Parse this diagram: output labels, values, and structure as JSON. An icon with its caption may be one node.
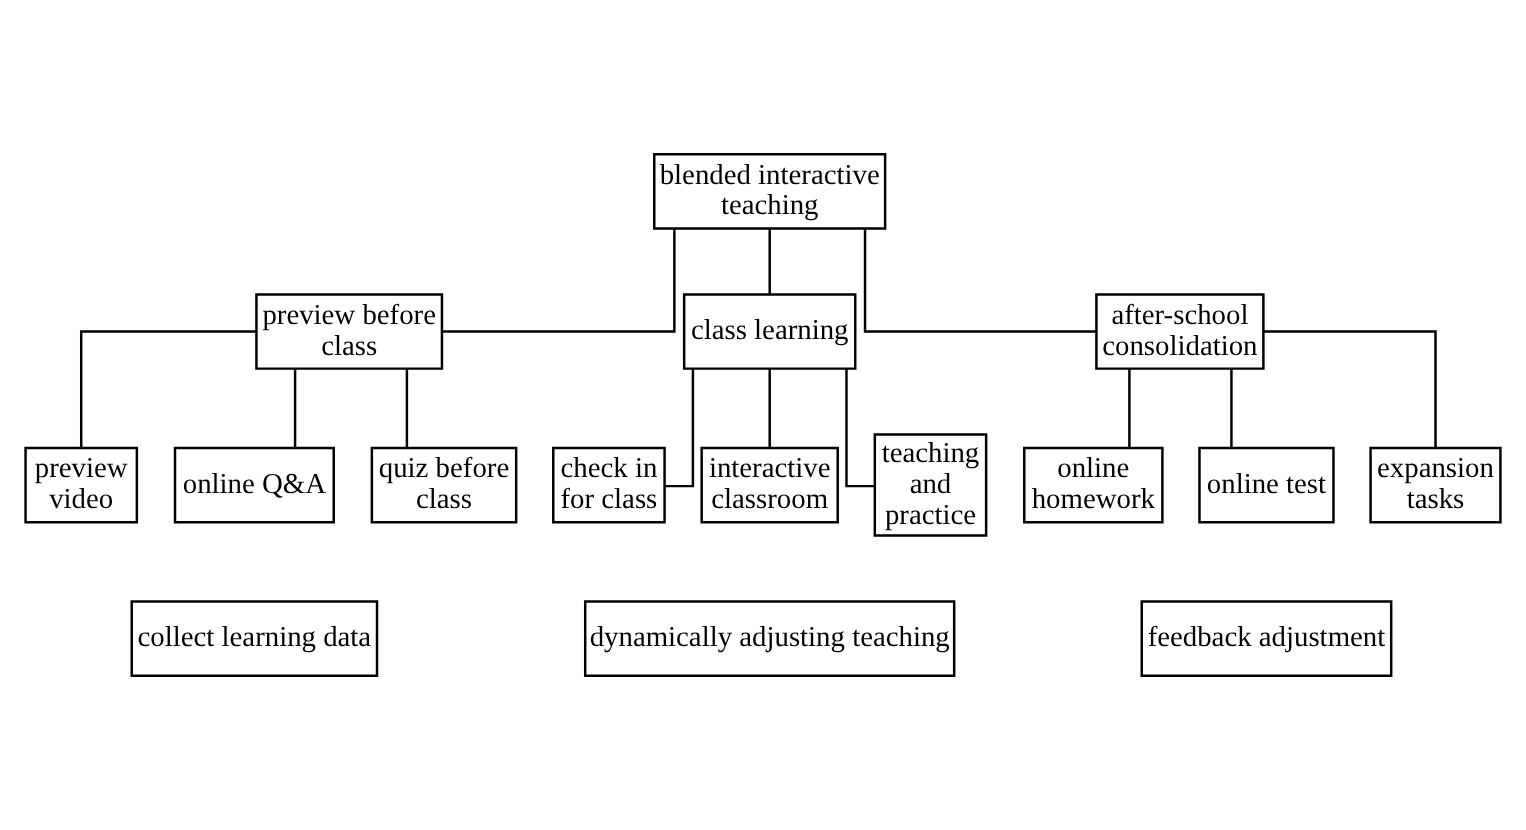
{
  "diagram": {
    "nodes": [
      {
        "text": [
          "blended interactive teaching"
        ]
      },
      {
        "text": [
          "preview before class"
        ]
      },
      {
        "text": [
          "class learning"
        ]
      },
      {
        "text": [
          "after-school consolidation"
        ]
      },
      {
        "text": [
          "preview video"
        ]
      },
      {
        "text": [
          "online Q&A"
        ]
      },
      {
        "text": [
          "quiz before class"
        ]
      },
      {
        "text": [
          "check in for class"
        ]
      },
      {
        "text": [
          "interactive classroom"
        ]
      },
      {
        "text": [
          "teaching and practice"
        ]
      },
      {
        "text": [
          "online homework"
        ]
      },
      {
        "text": [
          "online test"
        ]
      },
      {
        "text": [
          "expansion tasks"
        ]
      },
      {
        "text": [
          "collect learning data"
        ]
      },
      {
        "text": [
          "dynamically adjusting teaching"
        ]
      },
      {
        "text": [
          "feedback adjustment"
        ]
      }
    ],
    "edges": [
      {
        "from": 0,
        "to": 1,
        "arrow": "none"
      },
      {
        "from": 0,
        "to": 2,
        "arrow": "none"
      },
      {
        "from": 0,
        "to": 3,
        "arrow": "none"
      },
      {
        "from": 1,
        "to": 4,
        "arrow": "none"
      },
      {
        "from": 1,
        "to": 5,
        "arrow": "none"
      },
      {
        "from": 1,
        "to": 6,
        "arrow": "none"
      },
      {
        "from": 2,
        "to": 7,
        "arrow": "none"
      },
      {
        "from": 2,
        "to": 8,
        "arrow": "none"
      },
      {
        "from": 2,
        "to": 9,
        "arrow": "none"
      },
      {
        "from": 3,
        "to": 10,
        "arrow": "none"
      },
      {
        "from": 3,
        "to": 11,
        "arrow": "none"
      },
      {
        "from": 3,
        "to": 12,
        "arrow": "none"
      }
    ]
  }
}
